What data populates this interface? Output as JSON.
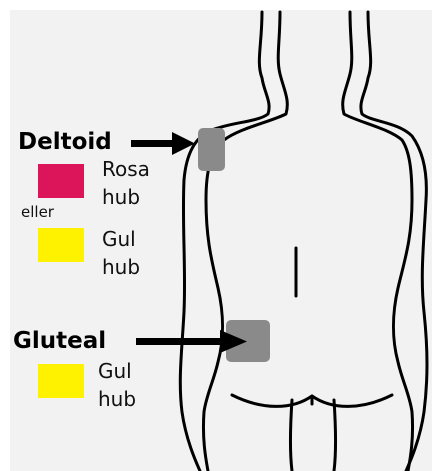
{
  "sites": {
    "deltoid": {
      "label": "Deltoid",
      "options": [
        {
          "color_name": "Rosa",
          "hub": "hub",
          "color": "#dc1459"
        },
        {
          "color_name": "Gul",
          "hub": "hub",
          "color": "#fff200"
        }
      ],
      "connector": "eller"
    },
    "gluteal": {
      "label": "Gluteal",
      "options": [
        {
          "color_name": "Gul",
          "hub": "hub",
          "color": "#fff200"
        }
      ]
    }
  },
  "colors": {
    "background": "#f2f2f2",
    "injection_site": "#8a8a8a",
    "outline": "#000000"
  }
}
